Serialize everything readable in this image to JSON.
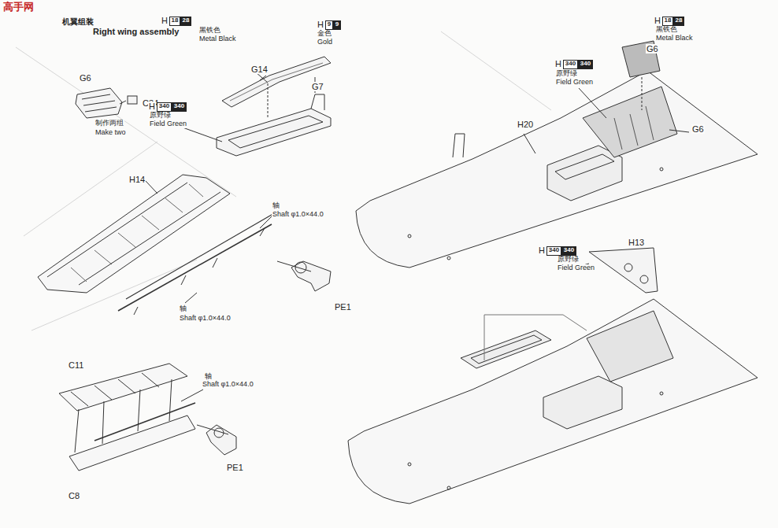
{
  "diagram": {
    "nodes": [
      {
        "text": [
          "18"
        ]
      },
      {
        "text": [
          "28"
        ]
      },
      {
        "text": [
          "9"
        ]
      },
      {
        "text": [
          "9"
        ]
      },
      {
        "text": [
          "340"
        ]
      },
      {
        "text": [
          "340"
        ]
      },
      {
        "text": [
          "18"
        ]
      },
      {
        "text": [
          "28"
        ]
      },
      {
        "text": [
          "340"
        ]
      },
      {
        "text": [
          "340"
        ]
      },
      {
        "text": [
          "340"
        ]
      },
      {
        "text": [
          "340"
        ]
      }
    ],
    "labels": [
      "高手网",
      "机翼组装",
      "Right wing assembly",
      "G6",
      "C34",
      "制作两组",
      "Make two",
      "H",
      "黑铁色",
      "Metal Black",
      "G14",
      "H",
      "金色",
      "Gold",
      "G7",
      "H",
      "原野绿",
      "Field Green",
      "H14",
      "轴",
      "Shaft φ1.0×44.0",
      "轴",
      "Shaft φ1.0×44.0",
      "PE1",
      "C11",
      "轴",
      "Shaft φ1.0×44.0",
      "PE1",
      "C8",
      "H",
      "黑铁色",
      "Metal Black",
      "G6",
      "H",
      "原野绿",
      "Field Green",
      "H20",
      "G6",
      "H",
      "原野绿",
      "Field Green",
      "H13"
    ]
  }
}
